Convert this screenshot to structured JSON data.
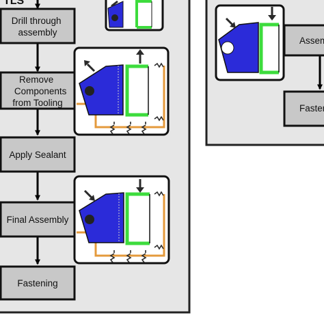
{
  "left_panel": {
    "header_label": "TLS",
    "steps": [
      {
        "lines": [
          "Drill through",
          "assembly"
        ]
      },
      {
        "lines": [
          "Remove",
          "Components",
          "from Tooling"
        ]
      },
      {
        "lines": [
          "Apply Sealant"
        ]
      },
      {
        "lines": [
          "Final Assembly"
        ]
      },
      {
        "lines": [
          "Fastening"
        ]
      }
    ]
  },
  "right_panel": {
    "steps": [
      {
        "lines": [
          "Assem"
        ]
      },
      {
        "lines": [
          "Fasten"
        ]
      }
    ]
  },
  "colors": {
    "panel_fill": "#e6e6e6",
    "box_fill": "#c8c8c8",
    "part_blue": "#2b2bd9",
    "bracket_green": "#3ddc3d",
    "tooling_orange": "#e49a3c",
    "arrow_dark": "#2a2a2a"
  },
  "icons": [
    "force-arrow-icon",
    "spring-clamp-icon"
  ]
}
